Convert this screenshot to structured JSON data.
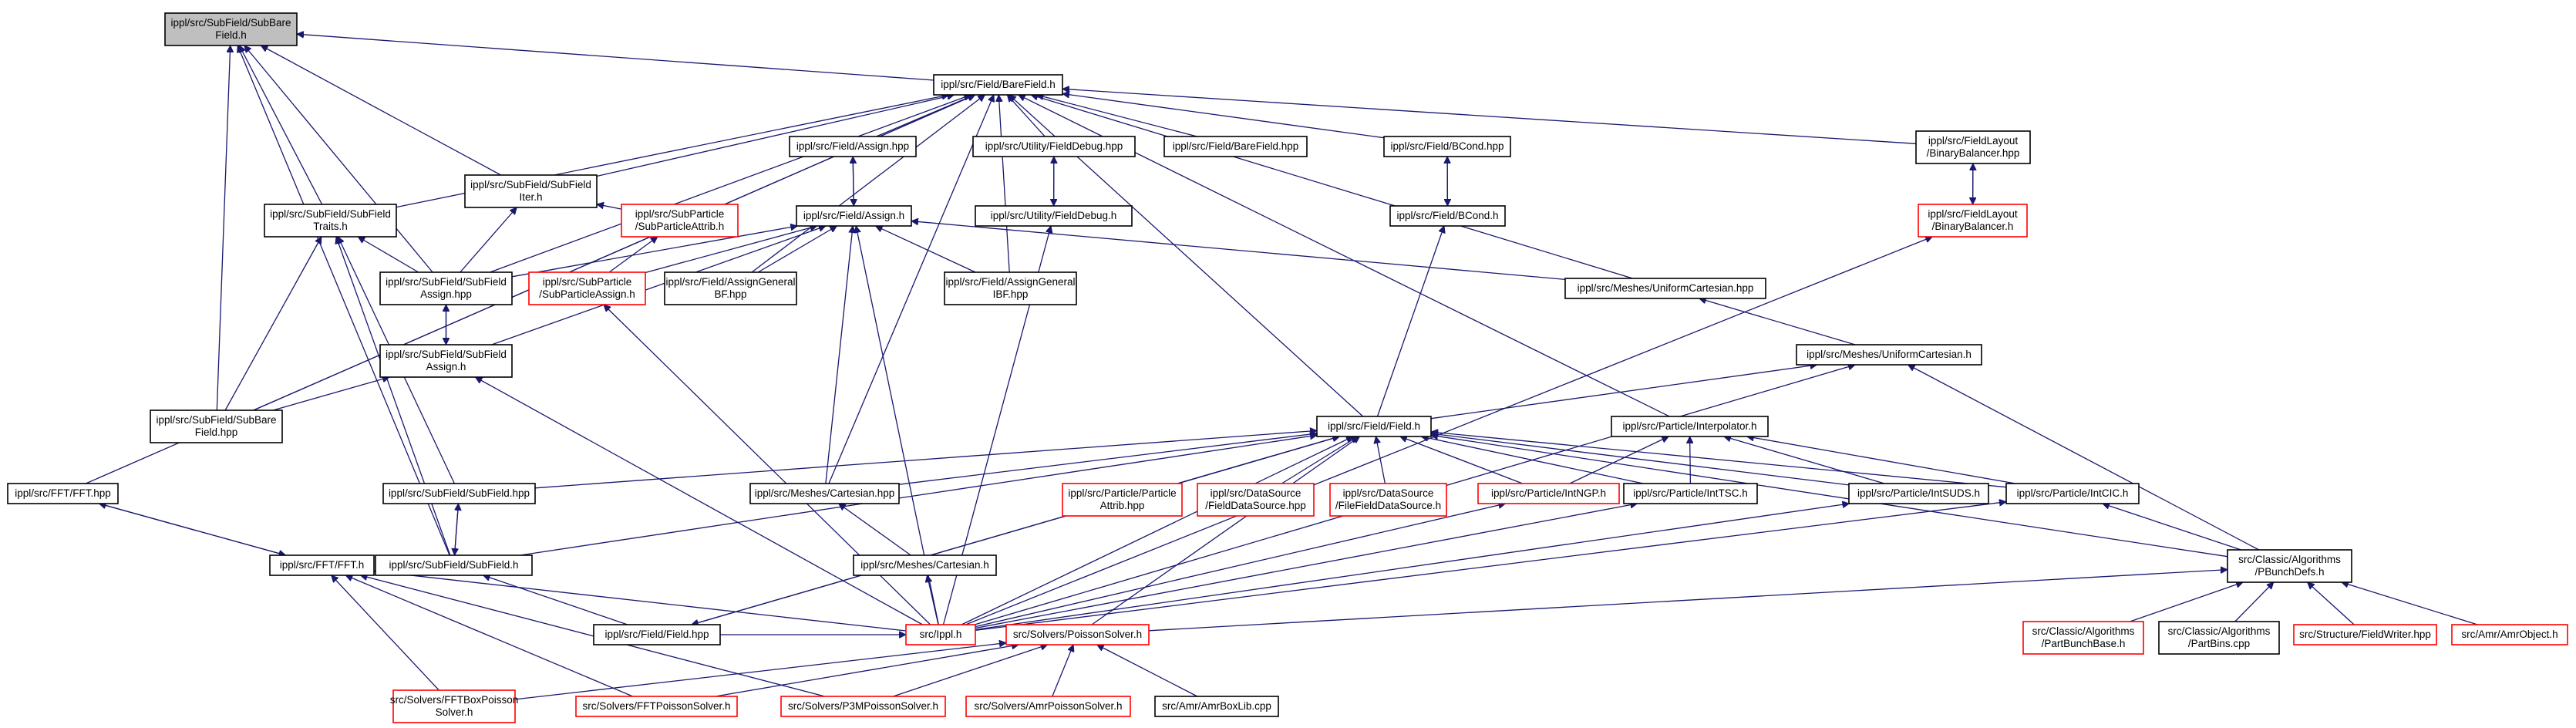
{
  "diagram": {
    "nodes": [
      {
        "id": "subbarefield_h",
        "lines": [
          "ippl/src/SubField/SubBare",
          "Field.h"
        ],
        "style": "gray"
      },
      {
        "id": "barefield_h",
        "lines": [
          "ippl/src/Field/BareField.h"
        ],
        "style": "black"
      },
      {
        "id": "subfielditer_h",
        "lines": [
          "ippl/src/SubField/SubField",
          "Iter.h"
        ],
        "style": "black"
      },
      {
        "id": "assign_hpp",
        "lines": [
          "ippl/src/Field/Assign.hpp"
        ],
        "style": "black"
      },
      {
        "id": "fielddebug_hpp",
        "lines": [
          "ippl/src/Utility/FieldDebug.hpp"
        ],
        "style": "black"
      },
      {
        "id": "barefield_hpp",
        "lines": [
          "ippl/src/Field/BareField.hpp"
        ],
        "style": "black"
      },
      {
        "id": "bcond_hpp",
        "lines": [
          "ippl/src/Field/BCond.hpp"
        ],
        "style": "black"
      },
      {
        "id": "binarybalancer_hpp",
        "lines": [
          "ippl/src/FieldLayout",
          "/BinaryBalancer.hpp"
        ],
        "style": "black"
      },
      {
        "id": "subfieldtraits_h",
        "lines": [
          "ippl/src/SubField/SubField",
          "Traits.h"
        ],
        "style": "black"
      },
      {
        "id": "subparticleattrib_h",
        "lines": [
          "ippl/src/SubParticle",
          "/SubParticleAttrib.h"
        ],
        "style": "red"
      },
      {
        "id": "assign_h",
        "lines": [
          "ippl/src/Field/Assign.h"
        ],
        "style": "black"
      },
      {
        "id": "fielddebug_h",
        "lines": [
          "ippl/src/Utility/FieldDebug.h"
        ],
        "style": "black"
      },
      {
        "id": "bcond_h",
        "lines": [
          "ippl/src/Field/BCond.h"
        ],
        "style": "black"
      },
      {
        "id": "binarybalancer_h",
        "lines": [
          "ippl/src/FieldLayout",
          "/BinaryBalancer.h"
        ],
        "style": "red"
      },
      {
        "id": "subfieldassign_hpp",
        "lines": [
          "ippl/src/SubField/SubField",
          "Assign.hpp"
        ],
        "style": "black"
      },
      {
        "id": "subparticleassign_h",
        "lines": [
          "ippl/src/SubParticle",
          "/SubParticleAssign.h"
        ],
        "style": "red"
      },
      {
        "id": "assigngeneralbf_hpp",
        "lines": [
          "ippl/src/Field/AssignGeneral",
          "BF.hpp"
        ],
        "style": "black"
      },
      {
        "id": "assigngeneralibf_hpp",
        "lines": [
          "ippl/src/Field/AssignGeneral",
          "IBF.hpp"
        ],
        "style": "black"
      },
      {
        "id": "uniformcartesian_hpp",
        "lines": [
          "ippl/src/Meshes/UniformCartesian.hpp"
        ],
        "style": "black"
      },
      {
        "id": "subfieldassign_h",
        "lines": [
          "ippl/src/SubField/SubField",
          "Assign.h"
        ],
        "style": "black"
      },
      {
        "id": "uniformcartesian_h",
        "lines": [
          "ippl/src/Meshes/UniformCartesian.h"
        ],
        "style": "black"
      },
      {
        "id": "subbarefield_hpp",
        "lines": [
          "ippl/src/SubField/SubBare",
          "Field.hpp"
        ],
        "style": "black"
      },
      {
        "id": "field_h",
        "lines": [
          "ippl/src/Field/Field.h"
        ],
        "style": "black"
      },
      {
        "id": "interpolator_h",
        "lines": [
          "ippl/src/Particle/Interpolator.h"
        ],
        "style": "black"
      },
      {
        "id": "fft_hpp",
        "lines": [
          "ippl/src/FFT/FFT.hpp"
        ],
        "style": "black"
      },
      {
        "id": "subfield_hpp",
        "lines": [
          "ippl/src/SubField/SubField.hpp"
        ],
        "style": "black"
      },
      {
        "id": "cartesian_hpp",
        "lines": [
          "ippl/src/Meshes/Cartesian.hpp"
        ],
        "style": "black"
      },
      {
        "id": "particleattrib_hpp",
        "lines": [
          "ippl/src/Particle/Particle",
          "Attrib.hpp"
        ],
        "style": "red"
      },
      {
        "id": "fielddatasource_hpp",
        "lines": [
          "ippl/src/DataSource",
          "/FieldDataSource.hpp"
        ],
        "style": "red"
      },
      {
        "id": "filefielddatasource_h",
        "lines": [
          "ippl/src/DataSource",
          "/FileFieldDataSource.h"
        ],
        "style": "red"
      },
      {
        "id": "intngp_h",
        "lines": [
          "ippl/src/Particle/IntNGP.h"
        ],
        "style": "red"
      },
      {
        "id": "inttsc_h",
        "lines": [
          "ippl/src/Particle/IntTSC.h"
        ],
        "style": "black"
      },
      {
        "id": "intsuds_h",
        "lines": [
          "ippl/src/Particle/IntSUDS.h"
        ],
        "style": "black"
      },
      {
        "id": "intcic_h",
        "lines": [
          "ippl/src/Particle/IntCIC.h"
        ],
        "style": "black"
      },
      {
        "id": "fft_h",
        "lines": [
          "ippl/src/FFT/FFT.h"
        ],
        "style": "black"
      },
      {
        "id": "subfield_h",
        "lines": [
          "ippl/src/SubField/SubField.h"
        ],
        "style": "black"
      },
      {
        "id": "cartesian_h",
        "lines": [
          "ippl/src/Meshes/Cartesian.h"
        ],
        "style": "black"
      },
      {
        "id": "pbunchdefs_h",
        "lines": [
          "src/Classic/Algorithms",
          "/PBunchDefs.h"
        ],
        "style": "black"
      },
      {
        "id": "field_hpp",
        "lines": [
          "ippl/src/Field/Field.hpp"
        ],
        "style": "black"
      },
      {
        "id": "ippl_h",
        "lines": [
          "src/Ippl.h"
        ],
        "style": "red"
      },
      {
        "id": "poissonsolver_h",
        "lines": [
          "src/Solvers/PoissonSolver.h"
        ],
        "style": "red"
      },
      {
        "id": "partbunchbase_h",
        "lines": [
          "src/Classic/Algorithms",
          "/PartBunchBase.h"
        ],
        "style": "red"
      },
      {
        "id": "partbins_cpp",
        "lines": [
          "src/Classic/Algorithms",
          "/PartBins.cpp"
        ],
        "style": "black"
      },
      {
        "id": "fieldwriter_hpp",
        "lines": [
          "src/Structure/FieldWriter.hpp"
        ],
        "style": "red"
      },
      {
        "id": "amrobject_h",
        "lines": [
          "src/Amr/AmrObject.h"
        ],
        "style": "red"
      },
      {
        "id": "fftboxpoisson_h",
        "lines": [
          "src/Solvers/FFTBoxPoisson",
          "Solver.h"
        ],
        "style": "red"
      },
      {
        "id": "fftpoisson_h",
        "lines": [
          "src/Solvers/FFTPoissonSolver.h"
        ],
        "style": "red"
      },
      {
        "id": "p3mpoisson_h",
        "lines": [
          "src/Solvers/P3MPoissonSolver.h"
        ],
        "style": "red"
      },
      {
        "id": "amrpoisson_h",
        "lines": [
          "src/Solvers/AmrPoissonSolver.h"
        ],
        "style": "red"
      },
      {
        "id": "amrboxlib_cpp",
        "lines": [
          "src/Amr/AmrBoxLib.cpp"
        ],
        "style": "black"
      }
    ],
    "edges": [
      [
        "subbarefield_h",
        "barefield_h"
      ],
      [
        "subbarefield_h",
        "subfielditer_h"
      ],
      [
        "subbarefield_h",
        "subfieldtraits_h"
      ],
      [
        "subbarefield_h",
        "subfieldassign_hpp"
      ],
      [
        "subbarefield_h",
        "subbarefield_hpp"
      ],
      [
        "subbarefield_h",
        "subfield_h"
      ],
      [
        "barefield_h",
        "subfielditer_h"
      ],
      [
        "barefield_h",
        "assign_hpp"
      ],
      [
        "barefield_h",
        "fielddebug_hpp"
      ],
      [
        "barefield_h",
        "barefield_hpp"
      ],
      [
        "barefield_h",
        "bcond_hpp"
      ],
      [
        "barefield_h",
        "binarybalancer_hpp"
      ],
      [
        "barefield_h",
        "subfieldtraits_h"
      ],
      [
        "barefield_h",
        "subfieldassign_hpp"
      ],
      [
        "barefield_h",
        "assigngeneralbf_hpp"
      ],
      [
        "barefield_h",
        "assigngeneralibf_hpp"
      ],
      [
        "barefield_h",
        "uniformcartesian_hpp"
      ],
      [
        "barefield_h",
        "subbarefield_hpp"
      ],
      [
        "barefield_h",
        "field_h"
      ],
      [
        "barefield_h",
        "interpolator_h"
      ],
      [
        "barefield_h",
        "fft_hpp"
      ],
      [
        "barefield_h",
        "cartesian_hpp"
      ],
      [
        "subfielditer_h",
        "subparticleattrib_h"
      ],
      [
        "subfielditer_h",
        "subfieldassign_hpp"
      ],
      [
        "assign_hpp",
        "assign_h"
      ],
      [
        "fielddebug_hpp",
        "fielddebug_h"
      ],
      [
        "bcond_hpp",
        "bcond_h"
      ],
      [
        "binarybalancer_hpp",
        "binarybalancer_h"
      ],
      [
        "subfieldtraits_h",
        "subfieldassign_hpp"
      ],
      [
        "subfieldtraits_h",
        "subbarefield_hpp"
      ],
      [
        "subfieldtraits_h",
        "subfield_hpp"
      ],
      [
        "subfieldtraits_h",
        "subfield_h"
      ],
      [
        "subparticleattrib_h",
        "subparticleassign_h"
      ],
      [
        "assign_h",
        "assign_hpp"
      ],
      [
        "assign_h",
        "subfieldassign_hpp"
      ],
      [
        "assign_h",
        "subparticleassign_h"
      ],
      [
        "assign_h",
        "assigngeneralbf_hpp"
      ],
      [
        "assign_h",
        "assigngeneralibf_hpp"
      ],
      [
        "assign_h",
        "uniformcartesian_hpp"
      ],
      [
        "assign_h",
        "subfieldassign_h"
      ],
      [
        "assign_h",
        "cartesian_hpp"
      ],
      [
        "assign_h",
        "ippl_h"
      ],
      [
        "fielddebug_h",
        "fielddebug_hpp"
      ],
      [
        "fielddebug_h",
        "ippl_h"
      ],
      [
        "bcond_h",
        "bcond_hpp"
      ],
      [
        "bcond_h",
        "field_h"
      ],
      [
        "binarybalancer_h",
        "binarybalancer_hpp"
      ],
      [
        "binarybalancer_h",
        "ippl_h"
      ],
      [
        "subfieldassign_hpp",
        "subfieldassign_h"
      ],
      [
        "subparticleassign_h",
        "ippl_h"
      ],
      [
        "uniformcartesian_hpp",
        "uniformcartesian_h"
      ],
      [
        "subfieldassign_h",
        "subfieldassign_hpp"
      ],
      [
        "subfieldassign_h",
        "subbarefield_hpp"
      ],
      [
        "subfieldassign_h",
        "ippl_h"
      ],
      [
        "uniformcartesian_h",
        "field_h"
      ],
      [
        "uniformcartesian_h",
        "ippl_h"
      ],
      [
        "uniformcartesian_h",
        "pbunchdefs_h"
      ],
      [
        "field_h",
        "subfield_hpp"
      ],
      [
        "field_h",
        "cartesian_hpp"
      ],
      [
        "field_h",
        "particleattrib_hpp"
      ],
      [
        "field_h",
        "fielddatasource_hpp"
      ],
      [
        "field_h",
        "filefielddatasource_h"
      ],
      [
        "field_h",
        "intngp_h"
      ],
      [
        "field_h",
        "inttsc_h"
      ],
      [
        "field_h",
        "intsuds_h"
      ],
      [
        "field_h",
        "intcic_h"
      ],
      [
        "field_h",
        "subfield_h"
      ],
      [
        "field_h",
        "field_hpp"
      ],
      [
        "field_h",
        "ippl_h"
      ],
      [
        "field_h",
        "poissonsolver_h"
      ],
      [
        "field_h",
        "pbunchdefs_h"
      ],
      [
        "interpolator_h",
        "intngp_h"
      ],
      [
        "interpolator_h",
        "inttsc_h"
      ],
      [
        "interpolator_h",
        "intsuds_h"
      ],
      [
        "interpolator_h",
        "intcic_h"
      ],
      [
        "fft_hpp",
        "fft_h"
      ],
      [
        "subfield_hpp",
        "subfield_h"
      ],
      [
        "cartesian_hpp",
        "cartesian_h"
      ],
      [
        "intngp_h",
        "ippl_h"
      ],
      [
        "inttsc_h",
        "ippl_h"
      ],
      [
        "intsuds_h",
        "ippl_h"
      ],
      [
        "intcic_h",
        "ippl_h"
      ],
      [
        "intcic_h",
        "pbunchdefs_h"
      ],
      [
        "fft_h",
        "fft_hpp"
      ],
      [
        "fft_h",
        "ippl_h"
      ],
      [
        "fft_h",
        "fftboxpoisson_h"
      ],
      [
        "fft_h",
        "fftpoisson_h"
      ],
      [
        "fft_h",
        "p3mpoisson_h"
      ],
      [
        "subfield_h",
        "subfield_hpp"
      ],
      [
        "subfield_h",
        "field_hpp"
      ],
      [
        "cartesian_h",
        "ippl_h"
      ],
      [
        "field_hpp",
        "field_h"
      ],
      [
        "pbunchdefs_h",
        "poissonsolver_h"
      ],
      [
        "pbunchdefs_h",
        "partbunchbase_h"
      ],
      [
        "pbunchdefs_h",
        "partbins_cpp"
      ],
      [
        "pbunchdefs_h",
        "fieldwriter_hpp"
      ],
      [
        "pbunchdefs_h",
        "amrobject_h"
      ],
      [
        "ippl_h",
        "field_hpp"
      ],
      [
        "poissonsolver_h",
        "fftboxpoisson_h"
      ],
      [
        "poissonsolver_h",
        "fftpoisson_h"
      ],
      [
        "poissonsolver_h",
        "p3mpoisson_h"
      ],
      [
        "poissonsolver_h",
        "amrpoisson_h"
      ],
      [
        "poissonsolver_h",
        "amrboxlib_cpp"
      ]
    ]
  }
}
